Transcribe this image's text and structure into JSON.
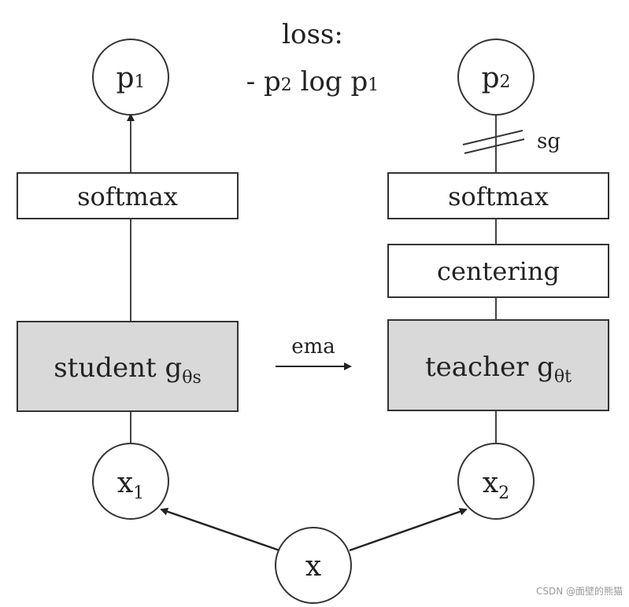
{
  "loss": {
    "title": "loss:",
    "formula_minus": "- p",
    "formula_sub_a": "2",
    "formula_mid": " log p",
    "formula_sub_b": "1"
  },
  "student": {
    "output_base": "p",
    "output_sub": "1",
    "softmax_label": "softmax",
    "network_label": "student g",
    "network_sub": "θs",
    "input_base": "x",
    "input_sub": "1"
  },
  "teacher": {
    "output_base": "p",
    "output_sub": "2",
    "stop_grad_label": "sg",
    "softmax_label": "softmax",
    "centering_label": "centering",
    "network_label": "teacher g",
    "network_sub": "θt",
    "input_base": "x",
    "input_sub": "2"
  },
  "ema_label": "ema",
  "source_input": "x",
  "watermark": "CSDN @面壁的熊猫",
  "colors": {
    "stroke": "#333333",
    "network_fill": "#d9d9d9",
    "box_fill": "#ffffff"
  }
}
